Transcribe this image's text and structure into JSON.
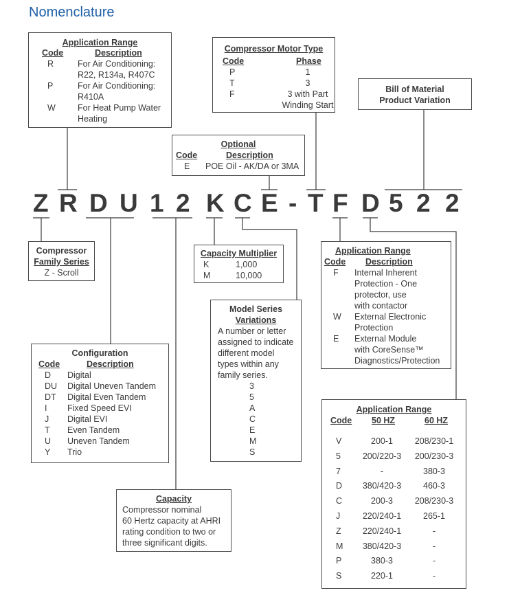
{
  "title": "Nomenclature",
  "model_code": [
    "Z",
    "R",
    "D",
    "U",
    "1",
    "2",
    "K",
    "C",
    "E",
    "-",
    "T",
    "F",
    "D",
    "5",
    "2",
    "2"
  ],
  "app_range_top": {
    "title": "Application Range",
    "code_header": "Code",
    "desc_header": "Description",
    "rows": [
      {
        "code": "R",
        "lines": [
          "For Air Conditioning:",
          "R22, R134a, R407C"
        ]
      },
      {
        "code": "P",
        "lines": [
          "For Air Conditioning:",
          "R410A"
        ]
      },
      {
        "code": "W",
        "lines": [
          "For Heat Pump Water",
          "Heating"
        ]
      }
    ]
  },
  "motor_type": {
    "title": "Compressor Motor Type",
    "code_header": "Code",
    "phase_header": "Phase",
    "rows": [
      {
        "code": "P",
        "lines": [
          "1"
        ]
      },
      {
        "code": "T",
        "lines": [
          "3"
        ]
      },
      {
        "code": "F",
        "lines": [
          "3 with Part",
          "Winding Start"
        ]
      }
    ]
  },
  "bom": {
    "lines": [
      "Bill of Material",
      "Product Variation"
    ]
  },
  "optional": {
    "title": "Optional",
    "code_header": "Code",
    "desc_header": "Description",
    "rows": [
      {
        "code": "E",
        "desc": "POE Oil - AK/DA or 3MA"
      }
    ]
  },
  "family": {
    "line1": "Compressor",
    "line2": "Family Series",
    "value": "Z - Scroll"
  },
  "capacity_multiplier": {
    "title": "Capacity Multiplier",
    "rows": [
      {
        "code": "K",
        "value": "1,000"
      },
      {
        "code": "M",
        "value": "10,000"
      }
    ]
  },
  "model_series": {
    "line1": "Model Series",
    "line2": "Variations",
    "text": [
      "A number or letter",
      "assigned to indicate",
      "different model",
      "types within any",
      "family series."
    ],
    "values": [
      "3",
      "5",
      "A",
      "C",
      "E",
      "M",
      "S"
    ]
  },
  "protection": {
    "title": "Application Range",
    "code_header": "Code",
    "desc_header": "Description",
    "rows": [
      {
        "code": "F",
        "lines": [
          "Internal Inherent",
          "Protection - One",
          "protector, use",
          "with contactor"
        ]
      },
      {
        "code": "W",
        "lines": [
          "External Electronic",
          "Protection"
        ]
      },
      {
        "code": "E",
        "lines": [
          "External Module",
          "with CoreSense™",
          "Diagnostics/Protection"
        ]
      }
    ]
  },
  "configuration": {
    "title": "Configuration",
    "code_header": "Code",
    "desc_header": "Description",
    "rows": [
      {
        "code": "D",
        "desc": "Digital"
      },
      {
        "code": "DU",
        "desc": "Digital Uneven Tandem"
      },
      {
        "code": "DT",
        "desc": "Digital Even Tandem"
      },
      {
        "code": "I",
        "desc": "Fixed Speed EVI"
      },
      {
        "code": "J",
        "desc": "Digital EVI"
      },
      {
        "code": "T",
        "desc": "Even Tandem"
      },
      {
        "code": "U",
        "desc": "Uneven Tandem"
      },
      {
        "code": "Y",
        "desc": "Trio"
      }
    ]
  },
  "capacity": {
    "title": "Capacity",
    "lines": [
      "Compressor nominal",
      "60 Hertz capacity at AHRI",
      "rating condition to two or",
      "three significant digits."
    ]
  },
  "voltage": {
    "title": "Application Range",
    "code_header": "Code",
    "hz50_header": "50 HZ",
    "hz60_header": "60 HZ",
    "rows": [
      {
        "code": "V",
        "hz50": "200-1",
        "hz60": "208/230-1"
      },
      {
        "code": "5",
        "hz50": "200/220-3",
        "hz60": "200/230-3"
      },
      {
        "code": "7",
        "hz50": "-",
        "hz60": "380-3"
      },
      {
        "code": "D",
        "hz50": "380/420-3",
        "hz60": "460-3"
      },
      {
        "code": "C",
        "hz50": "200-3",
        "hz60": "208/230-3"
      },
      {
        "code": "J",
        "hz50": "220/240-1",
        "hz60": "265-1"
      },
      {
        "code": "Z",
        "hz50": "220/240-1",
        "hz60": "-"
      },
      {
        "code": "M",
        "hz50": "380/420-3",
        "hz60": "-"
      },
      {
        "code": "P",
        "hz50": "380-3",
        "hz60": "-"
      },
      {
        "code": "S",
        "hz50": "220-1",
        "hz60": "-"
      }
    ]
  }
}
